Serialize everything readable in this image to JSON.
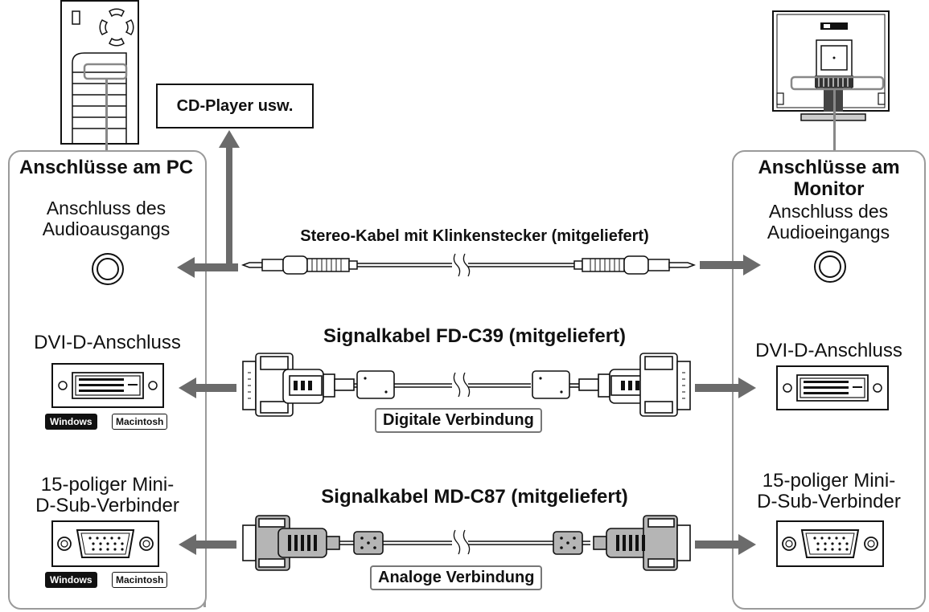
{
  "cd_player": {
    "label": "CD-Player usw."
  },
  "pc_panel": {
    "title": "Anschlüsse am PC",
    "audio_label": "Anschluss des Audioausgangs",
    "dvi_label": "DVI-D-Anschluss",
    "dsub_label_line1": "15-poliger Mini-",
    "dsub_label_line2": "D-Sub-Verbinder",
    "os_windows": "Windows",
    "os_macintosh": "Macintosh"
  },
  "monitor_panel": {
    "title_line1": "Anschlüsse am",
    "title_line2": "Monitor",
    "audio_label": "Anschluss des Audioeingangs",
    "dvi_label": "DVI-D-Anschluss",
    "dsub_label_line1": "15-poliger Mini-",
    "dsub_label_line2": "D-Sub-Verbinder"
  },
  "cables": {
    "stereo": "Stereo-Kabel mit Klinkenstecker (mitgeliefert)",
    "dvi": "Signalkabel FD-C39 (mitgeliefert)",
    "dvi_connection": "Digitale Verbindung",
    "analog": "Signalkabel MD-C87 (mitgeliefert)",
    "analog_connection": "Analoge Verbindung"
  },
  "colors": {
    "arrow": "#6b6b6b",
    "panel_border": "#9a9a9a",
    "analog_connector": "#b5b5b5"
  }
}
